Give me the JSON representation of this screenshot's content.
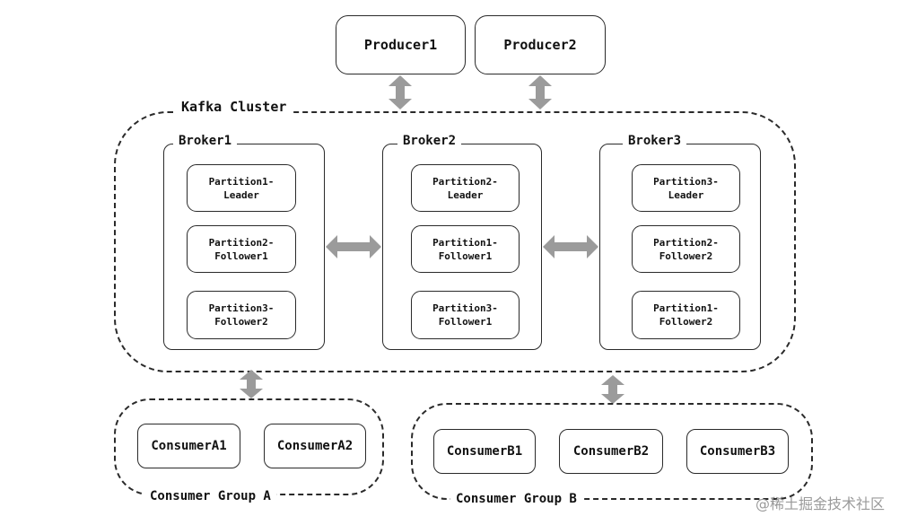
{
  "producers": [
    "Producer1",
    "Producer2"
  ],
  "cluster": {
    "label": "Kafka Cluster",
    "brokers": [
      {
        "name": "Broker1",
        "partitions": [
          [
            "Partition1-",
            "Leader"
          ],
          [
            "Partition2-",
            "Follower1"
          ],
          [
            "Partition3-",
            "Follower2"
          ]
        ]
      },
      {
        "name": "Broker2",
        "partitions": [
          [
            "Partition2-",
            "Leader"
          ],
          [
            "Partition1-",
            "Follower1"
          ],
          [
            "Partition3-",
            "Follower1"
          ]
        ]
      },
      {
        "name": "Broker3",
        "partitions": [
          [
            "Partition3-",
            "Leader"
          ],
          [
            "Partition2-",
            "Follower2"
          ],
          [
            "Partition1-",
            "Follower2"
          ]
        ]
      }
    ]
  },
  "groups": [
    {
      "name": "Consumer Group A",
      "consumers": [
        "ConsumerA1",
        "ConsumerA2"
      ]
    },
    {
      "name": "Consumer Group B",
      "consumers": [
        "ConsumerB1",
        "ConsumerB2",
        "ConsumerB3"
      ]
    }
  ],
  "watermark": "@稀土掘金技术社区",
  "colors": {
    "border": "#2a2a2a",
    "arrow": "#9b9b9b"
  }
}
